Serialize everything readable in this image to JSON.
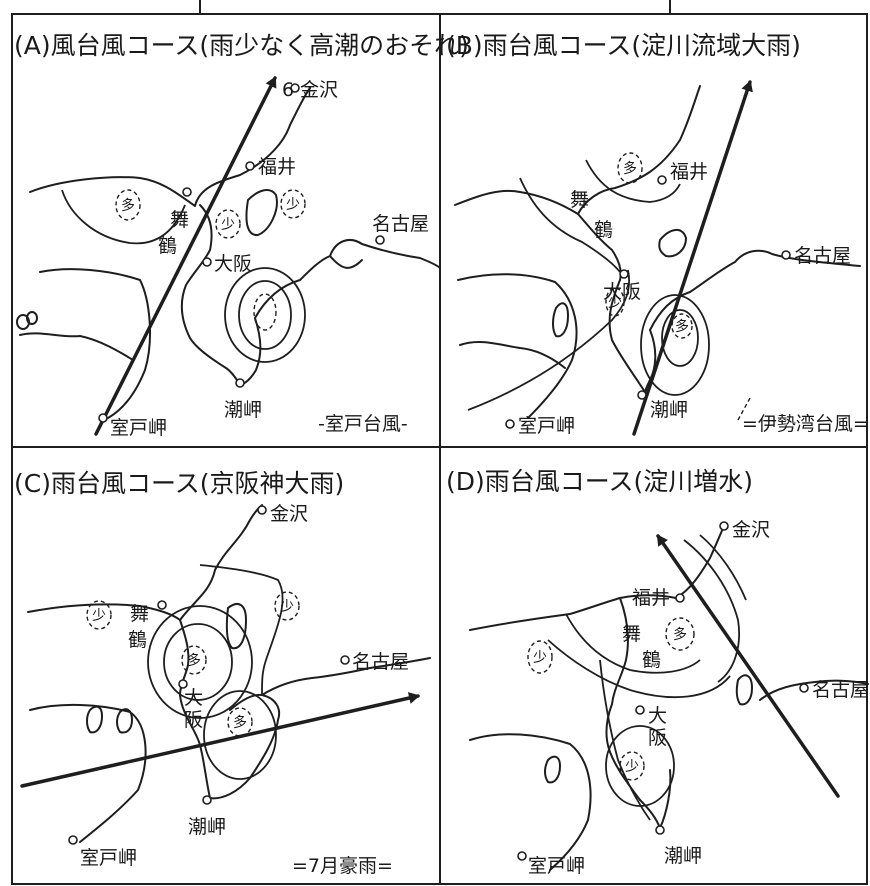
{
  "header": {
    "text": ""
  },
  "panels": [
    {
      "title": "(A)風台風コース(雨少なく高潮のおそれ)",
      "places": {
        "kanazawa": "金沢",
        "fukui": "福井",
        "maizuru_1": "舞",
        "maizuru_2": "鶴",
        "osaka": "大阪",
        "nagoya": "名古屋",
        "shionomisaki": "潮岬",
        "murotomisaki": "室戸岬"
      },
      "marks": [
        "多",
        "少",
        "少",
        "6"
      ],
      "note": "-室戸台風-"
    },
    {
      "title": "(B)雨台風コース(淀川流域大雨)",
      "places": {
        "fukui": "福井",
        "maizuru_1": "舞",
        "maizuru_2": "鶴",
        "osaka": "大阪",
        "nagoya": "名古屋",
        "shionomisaki": "潮岬",
        "murotomisaki": "室戸岬"
      },
      "marks": [
        "多",
        "少",
        "多"
      ],
      "note": "=伊勢湾台風="
    },
    {
      "title": "(C)雨台風コース(京阪神大雨)",
      "places": {
        "kanazawa": "金沢",
        "maizuru_1": "舞",
        "maizuru_2": "鶴",
        "osaka_1": "大",
        "osaka_2": "阪",
        "nagoya": "名古屋",
        "shionomisaki": "潮岬",
        "murotomisaki": "室戸岬"
      },
      "marks": [
        "少",
        "少",
        "多",
        "多"
      ],
      "note": "=7月豪雨="
    },
    {
      "title": "(D)雨台風コース(淀川増水)",
      "places": {
        "kanazawa": "金沢",
        "fukui": "福井",
        "maizuru_1": "舞",
        "maizuru_2": "鶴",
        "osaka_1": "大",
        "osaka_2": "阪",
        "nagoya": "名古屋",
        "shionomisaki": "潮岬",
        "murotomisaki": "室戸岬"
      },
      "marks": [
        "少",
        "多",
        "少"
      ],
      "note": ""
    }
  ]
}
